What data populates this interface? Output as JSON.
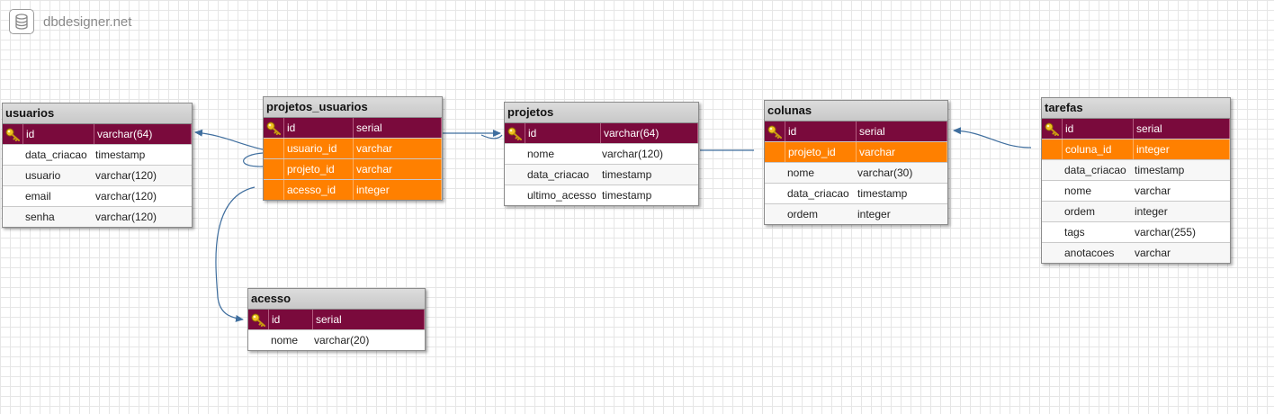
{
  "brand": {
    "name": "dbdesigner.net",
    "icon": "database-icon"
  },
  "colors": {
    "pk": "#7a0a3c",
    "fk": "#ff8000",
    "link": "#3f6e9e"
  },
  "tables": {
    "usuarios": {
      "title": "usuarios",
      "rows": [
        {
          "name": "id",
          "type": "varchar(64)",
          "kind": "pk"
        },
        {
          "name": "data_criacao",
          "type": "timestamp",
          "kind": "plain"
        },
        {
          "name": "usuario",
          "type": "varchar(120)",
          "kind": "plain"
        },
        {
          "name": "email",
          "type": "varchar(120)",
          "kind": "plain"
        },
        {
          "name": "senha",
          "type": "varchar(120)",
          "kind": "plain"
        }
      ]
    },
    "projetos_usuarios": {
      "title": "projetos_usuarios",
      "rows": [
        {
          "name": "id",
          "type": "serial",
          "kind": "pk"
        },
        {
          "name": "usuario_id",
          "type": "varchar",
          "kind": "fk"
        },
        {
          "name": "projeto_id",
          "type": "varchar",
          "kind": "fk"
        },
        {
          "name": "acesso_id",
          "type": "integer",
          "kind": "fk"
        }
      ]
    },
    "projetos": {
      "title": "projetos",
      "rows": [
        {
          "name": "id",
          "type": "varchar(64)",
          "kind": "pk"
        },
        {
          "name": "nome",
          "type": "varchar(120)",
          "kind": "plain"
        },
        {
          "name": "data_criacao",
          "type": "timestamp",
          "kind": "plain"
        },
        {
          "name": "ultimo_acesso",
          "type": "timestamp",
          "kind": "plain"
        }
      ]
    },
    "colunas": {
      "title": "colunas",
      "rows": [
        {
          "name": "id",
          "type": "serial",
          "kind": "pk"
        },
        {
          "name": "projeto_id",
          "type": "varchar",
          "kind": "fk"
        },
        {
          "name": "nome",
          "type": "varchar(30)",
          "kind": "plain"
        },
        {
          "name": "data_criacao",
          "type": "timestamp",
          "kind": "plain"
        },
        {
          "name": "ordem",
          "type": "integer",
          "kind": "plain"
        }
      ]
    },
    "tarefas": {
      "title": "tarefas",
      "rows": [
        {
          "name": "id",
          "type": "serial",
          "kind": "pk"
        },
        {
          "name": "coluna_id",
          "type": "integer",
          "kind": "fk"
        },
        {
          "name": "data_criacao",
          "type": "timestamp",
          "kind": "plain"
        },
        {
          "name": "nome",
          "type": "varchar",
          "kind": "plain"
        },
        {
          "name": "ordem",
          "type": "integer",
          "kind": "plain"
        },
        {
          "name": "tags",
          "type": "varchar(255)",
          "kind": "plain"
        },
        {
          "name": "anotacoes",
          "type": "varchar",
          "kind": "plain"
        }
      ]
    },
    "acesso": {
      "title": "acesso",
      "rows": [
        {
          "name": "id",
          "type": "serial",
          "kind": "pk"
        },
        {
          "name": "nome",
          "type": "varchar(20)",
          "kind": "plain"
        }
      ]
    }
  },
  "relations": [
    {
      "from": "projetos_usuarios.usuario_id",
      "to": "usuarios.id"
    },
    {
      "from": "projetos_usuarios.projeto_id",
      "to": "projetos.id"
    },
    {
      "from": "projetos_usuarios.acesso_id",
      "to": "acesso.id"
    },
    {
      "from": "colunas.projeto_id",
      "to": "projetos.id"
    },
    {
      "from": "tarefas.coluna_id",
      "to": "colunas.id"
    }
  ]
}
